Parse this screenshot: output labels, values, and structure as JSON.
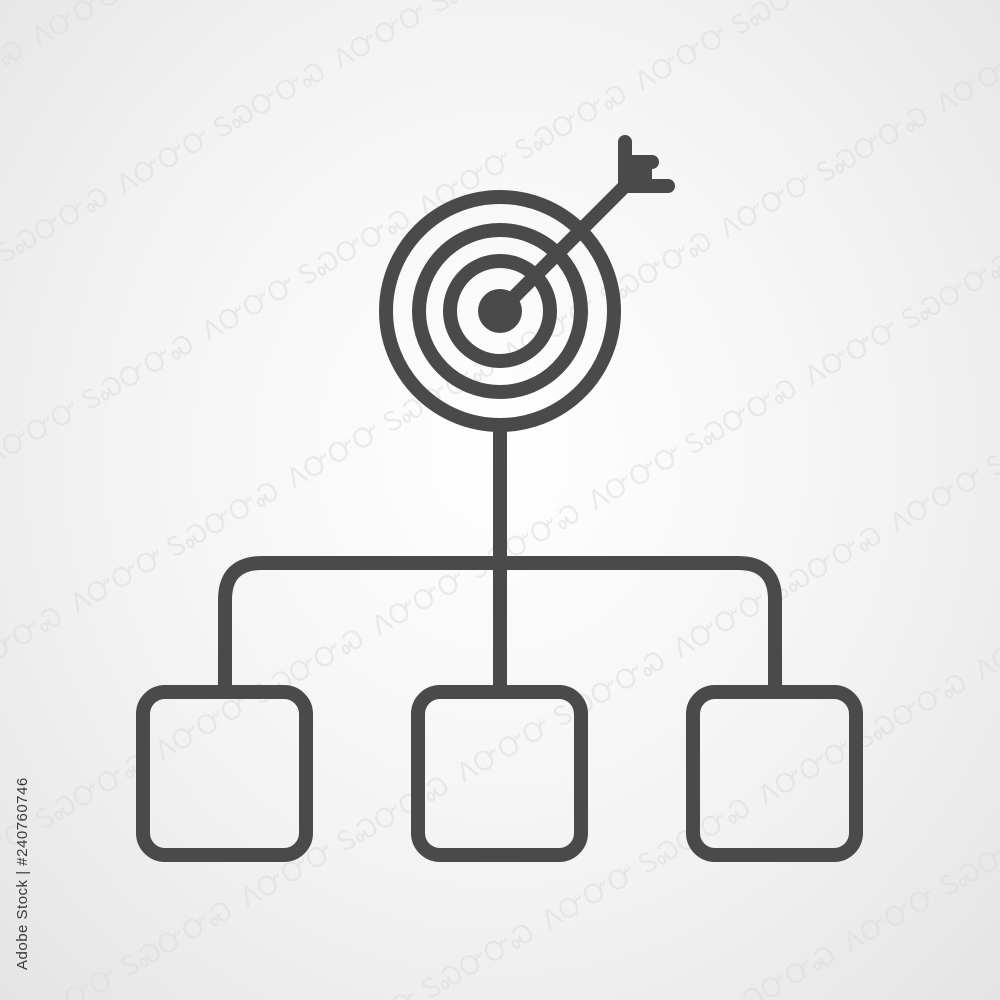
{
  "icon": {
    "semantic": "target-goal-hierarchy-icon",
    "stroke_color": "#4a4a4a",
    "background_color": "#f3f3f3",
    "target": {
      "rings": 3,
      "has_bullseye": true
    },
    "arrow": {
      "pointing_into": "bullseye"
    },
    "hierarchy": {
      "child_nodes": 3
    }
  },
  "watermark": {
    "brand": "Adobe Stock",
    "color": "#d8d8d8"
  },
  "stock_id": "Adobe Stock | #240760746"
}
